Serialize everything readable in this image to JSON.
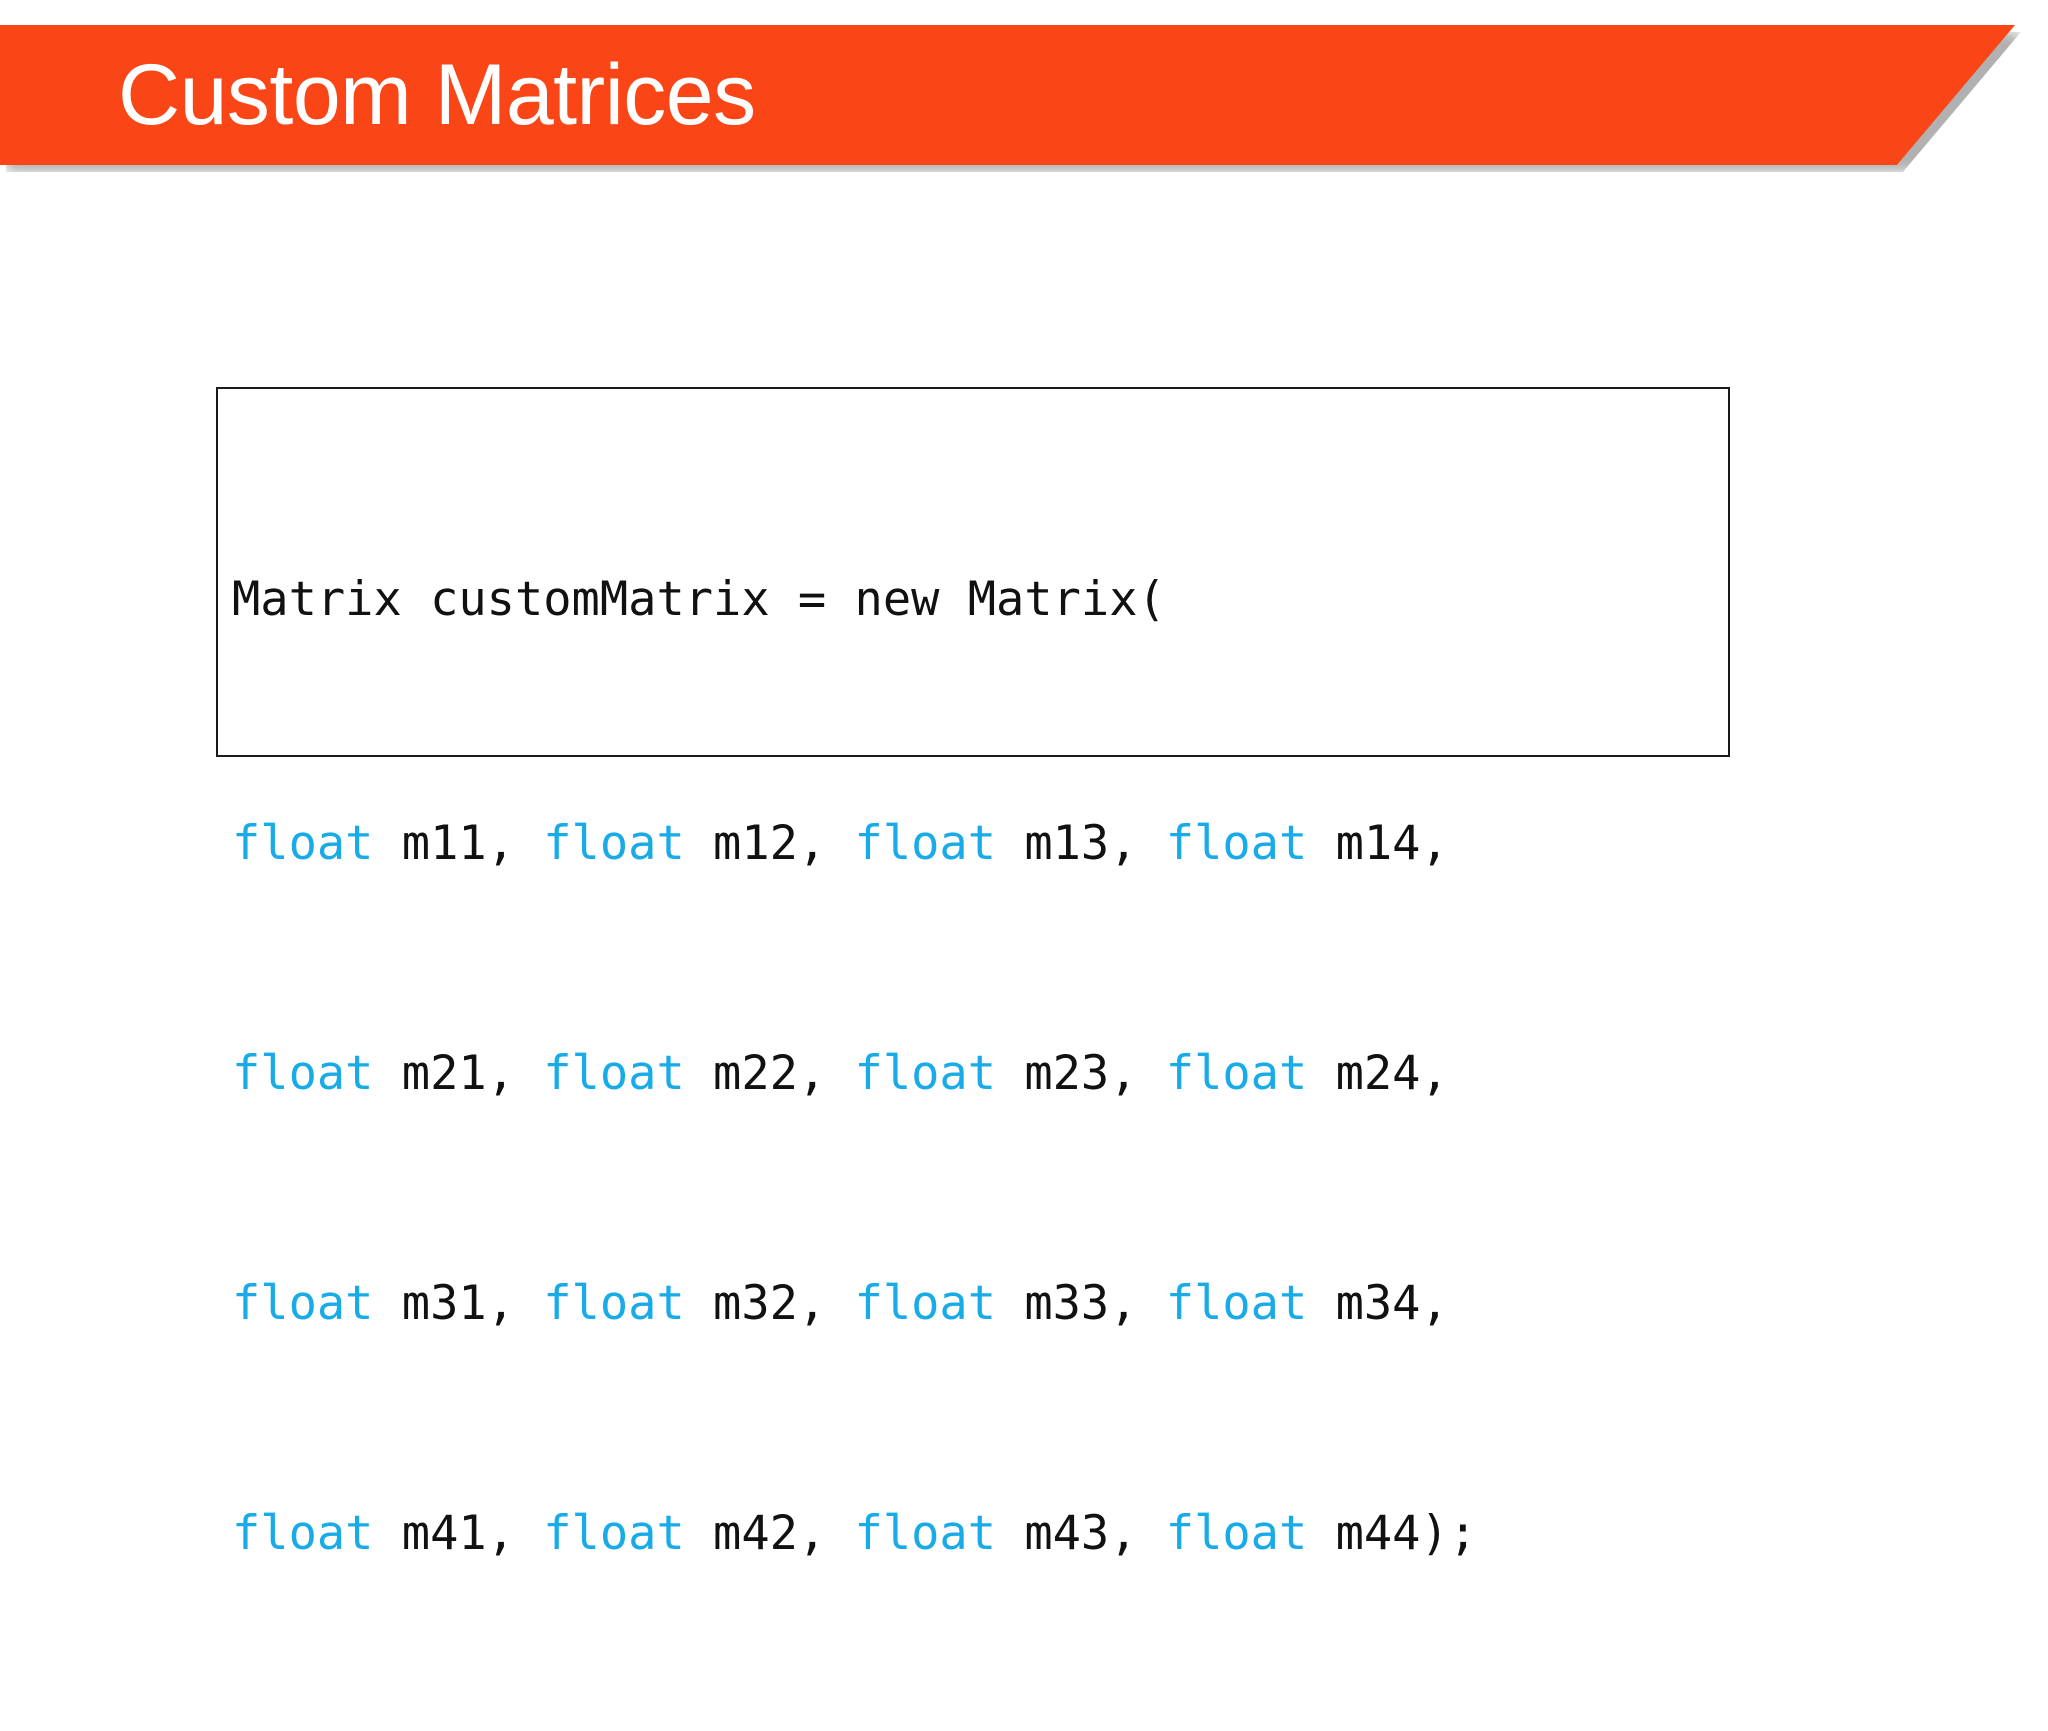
{
  "slide": {
    "background_color": "#ffffff",
    "title": "Custom Matrices",
    "banner_color": "#FA4616",
    "title_color": "#ffffff"
  },
  "code_box": {
    "border_color": "#1a1a1a",
    "background_color": "#ffffff",
    "keyword_color": "#19ABE8",
    "text_color": "#111111",
    "font": "monospace",
    "declaration": "Matrix customMatrix = new Matrix(",
    "rows": [
      {
        "cells": [
          {
            "keyword": "float",
            "name": "m11,"
          },
          {
            "keyword": "float",
            "name": "m12,"
          },
          {
            "keyword": "float",
            "name": "m13,"
          },
          {
            "keyword": "float",
            "name": "m14,"
          }
        ]
      },
      {
        "cells": [
          {
            "keyword": "float",
            "name": "m21,"
          },
          {
            "keyword": "float",
            "name": "m22,"
          },
          {
            "keyword": "float",
            "name": "m23,"
          },
          {
            "keyword": "float",
            "name": "m24,"
          }
        ]
      },
      {
        "cells": [
          {
            "keyword": "float",
            "name": "m31,"
          },
          {
            "keyword": "float",
            "name": "m32,"
          },
          {
            "keyword": "float",
            "name": "m33,"
          },
          {
            "keyword": "float",
            "name": "m34,"
          }
        ]
      },
      {
        "cells": [
          {
            "keyword": "float",
            "name": "m41,"
          },
          {
            "keyword": "float",
            "name": "m42,"
          },
          {
            "keyword": "float",
            "name": "m43,"
          },
          {
            "keyword": "float",
            "name": "m44);"
          }
        ]
      }
    ]
  }
}
